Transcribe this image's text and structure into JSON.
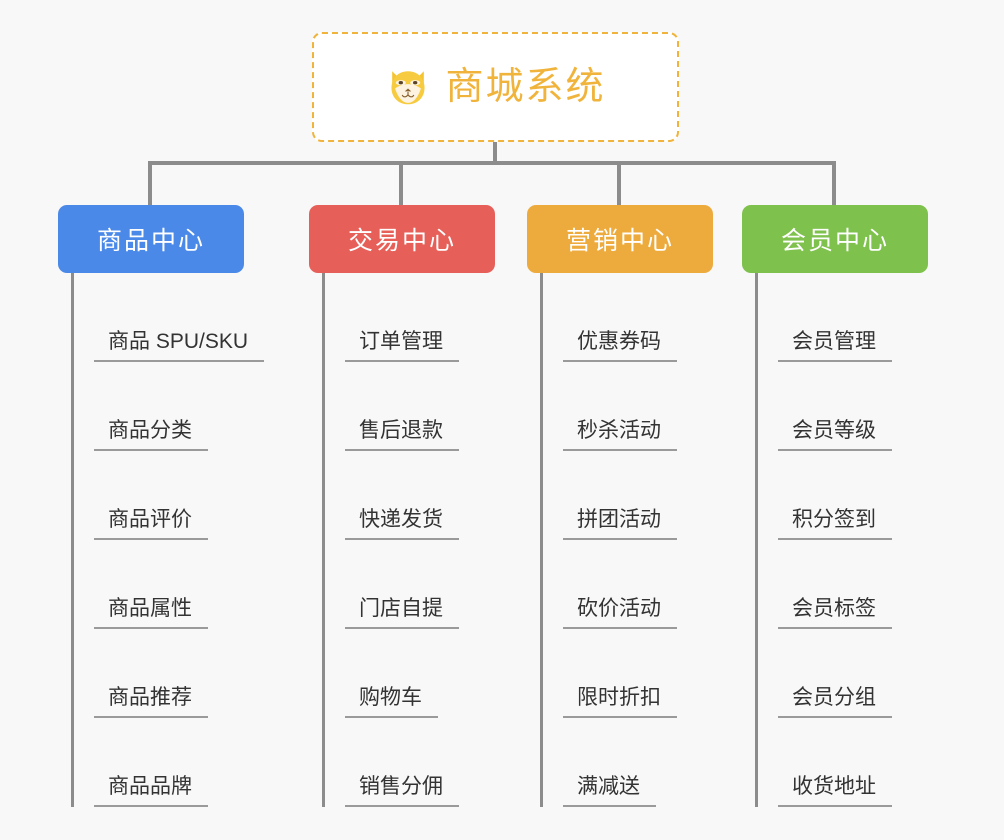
{
  "page": {
    "background_color": "#f8f8f8",
    "type": "mindmap"
  },
  "root": {
    "title": "商城系统",
    "icon": "shiba-dog-face-icon",
    "border_color": "#f0b43c",
    "text_color": "#f0b43c",
    "background_color": "#ffffff"
  },
  "connector_color": "#8c8c8c",
  "branches": [
    {
      "label": "商品中心",
      "color": "#4a89e8",
      "items": [
        "商品 SPU/SKU",
        "商品分类",
        "商品评价",
        "商品属性",
        "商品推荐",
        "商品品牌"
      ]
    },
    {
      "label": "交易中心",
      "color": "#e75f59",
      "items": [
        "订单管理",
        "售后退款",
        "快递发货",
        "门店自提",
        "购物车",
        "销售分佣"
      ]
    },
    {
      "label": "营销中心",
      "color": "#eeab3d",
      "items": [
        "优惠券码",
        "秒杀活动",
        "拼团活动",
        "砍价活动",
        "限时折扣",
        "满减送"
      ]
    },
    {
      "label": "会员中心",
      "color": "#7ec14c",
      "items": [
        "会员管理",
        "会员等级",
        "积分签到",
        "会员标签",
        "会员分组",
        "收货地址"
      ]
    }
  ]
}
